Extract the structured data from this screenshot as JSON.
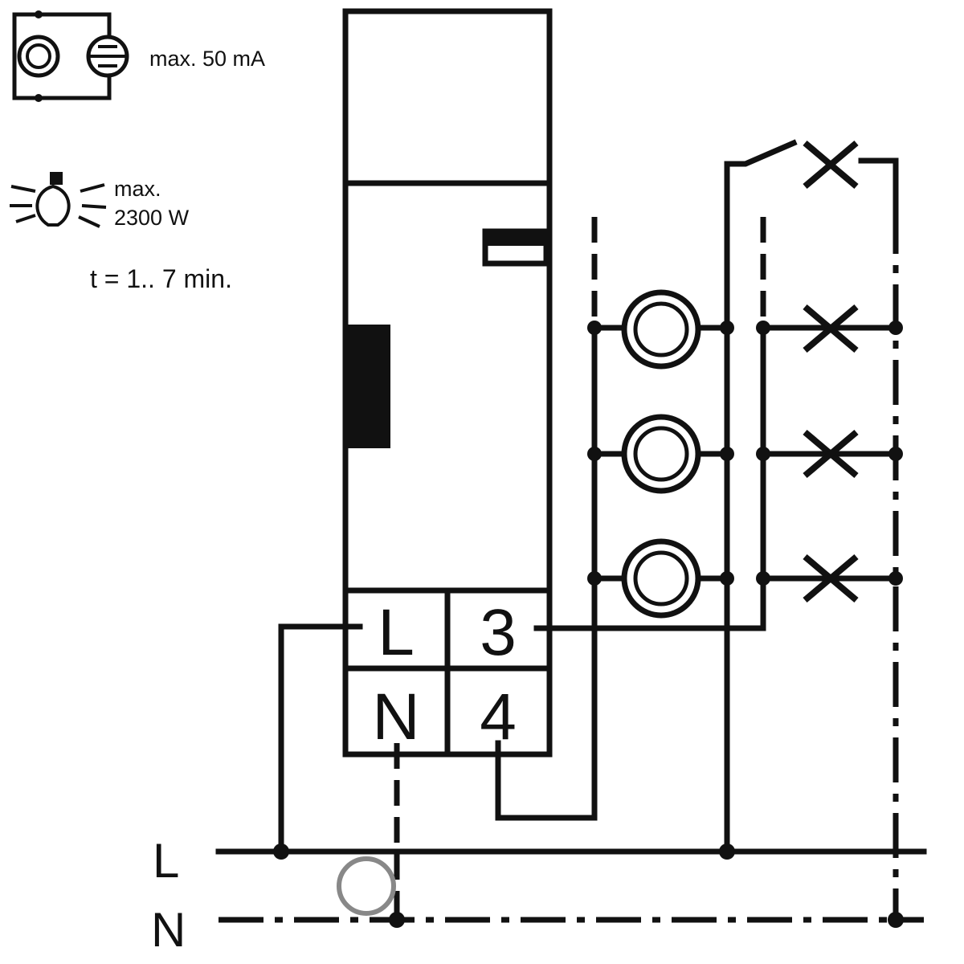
{
  "legend": {
    "glow_load_text": "max. 50 mA",
    "lamp_load_line1": "max.",
    "lamp_load_line2": "2300 W",
    "time_text": "t = 1.. 7 min."
  },
  "terminals": {
    "L": "L",
    "three": "3",
    "N": "N",
    "four": "4"
  },
  "bus": {
    "L": "L",
    "N": "N"
  },
  "icons": [
    "glow-lamp-icon",
    "glow-lamp-symbol-icon",
    "light-bulb-icon",
    "illuminated-pushbutton-icon",
    "pushbutton-icon",
    "switch-contact-icon"
  ]
}
